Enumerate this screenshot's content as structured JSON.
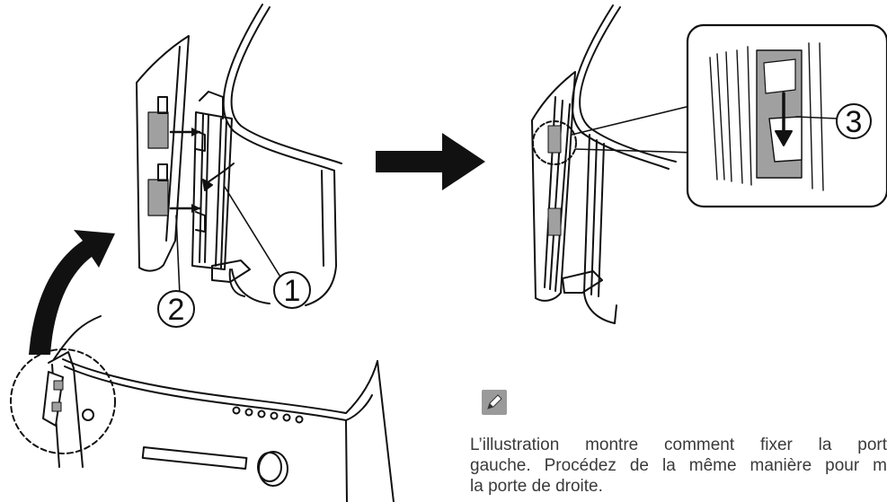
{
  "callouts": {
    "step1": "1",
    "step2": "2",
    "step3": "3"
  },
  "note": {
    "icon": "pencil-note-icon",
    "lines": [
      "L’illustration montre comment fixer la port",
      "gauche. Procédez de la même manière pour m",
      "la porte de droite."
    ]
  },
  "colors": {
    "line": "#111111",
    "part_gray": "#a0a0a0",
    "icon_bg": "#9a9a9a",
    "text": "#3a3a3a"
  }
}
